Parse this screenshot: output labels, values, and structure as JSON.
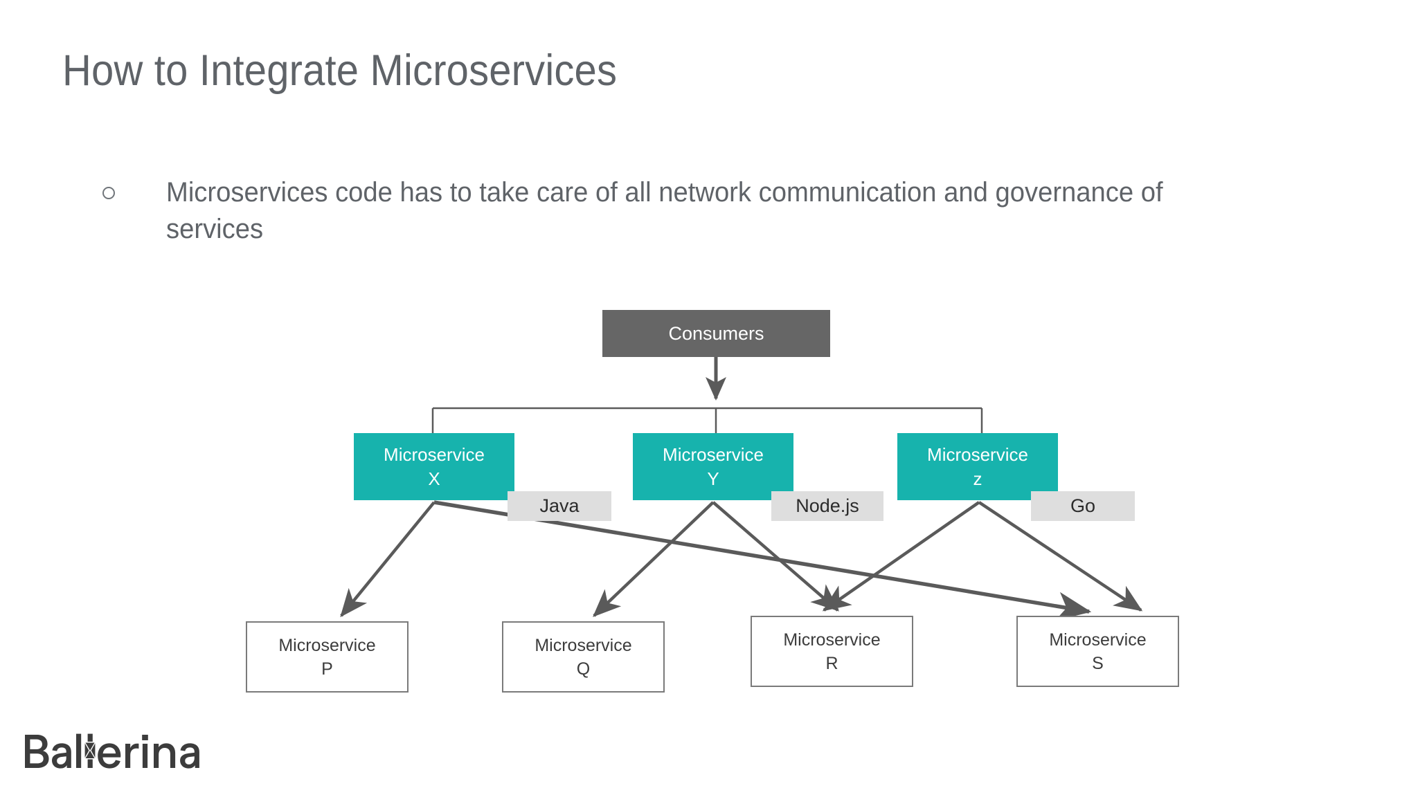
{
  "slide": {
    "title": "How to Integrate Microservices",
    "bullets": [
      {
        "marker": "hollow-circle",
        "text": "Microservices code has to take care of all network communication and governance of services"
      }
    ],
    "brand": {
      "logo_text": "Ballerina",
      "logo_color": "#3c3c3c"
    },
    "colors": {
      "title": "#5f6368",
      "body": "#5f6368",
      "consumer_box": "#666666",
      "service_box": "#17b3ad",
      "tag_box": "#dedede",
      "plain_box_border": "#7a7a7a",
      "connector": "#5a5a5a"
    }
  },
  "diagram": {
    "type": "node-graph",
    "consumer": {
      "label": "Consumers"
    },
    "services": [
      {
        "id": "X",
        "line1": "Microservice",
        "line2": "X",
        "language": "Java"
      },
      {
        "id": "Y",
        "line1": "Microservice",
        "line2": "Y",
        "language": "Node.js"
      },
      {
        "id": "Z",
        "line1": "Microservice",
        "line2": "z",
        "language": "Go"
      }
    ],
    "backends": [
      {
        "id": "P",
        "line1": "Microservice",
        "line2": "P"
      },
      {
        "id": "Q",
        "line1": "Microservice",
        "line2": "Q"
      },
      {
        "id": "R",
        "line1": "Microservice",
        "line2": "R"
      },
      {
        "id": "S",
        "line1": "Microservice",
        "line2": "S"
      }
    ],
    "edges": [
      {
        "from": "Consumers",
        "to": "bus",
        "style": "thick-arrow"
      },
      {
        "from": "bus",
        "to": "X",
        "style": "thin-line"
      },
      {
        "from": "bus",
        "to": "Y",
        "style": "thin-line"
      },
      {
        "from": "bus",
        "to": "Z",
        "style": "thin-line"
      },
      {
        "from": "X",
        "to": "P",
        "style": "arrow"
      },
      {
        "from": "X",
        "to": "S",
        "style": "arrow"
      },
      {
        "from": "Y",
        "to": "Q",
        "style": "arrow"
      },
      {
        "from": "Y",
        "to": "R",
        "style": "arrow"
      },
      {
        "from": "Z",
        "to": "R",
        "style": "arrow"
      },
      {
        "from": "Z",
        "to": "S",
        "style": "arrow"
      }
    ]
  }
}
